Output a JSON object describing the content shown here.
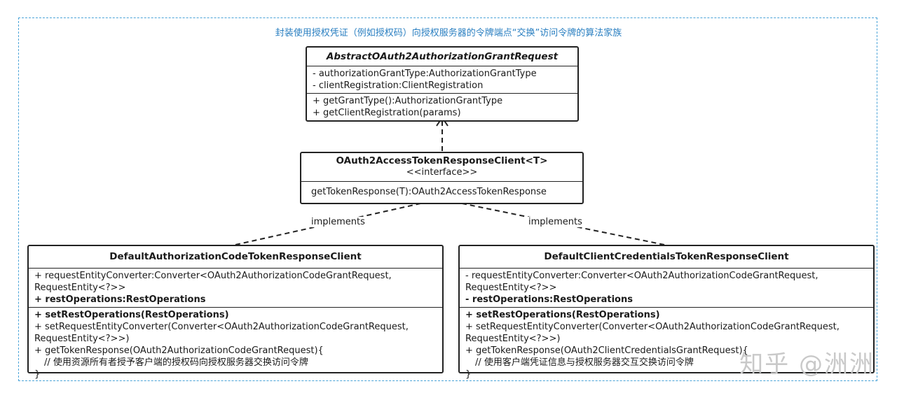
{
  "frame_title": "封装使用授权凭证（例如授权码）向授权服务器的令牌端点“交换”访问令牌的算法家族",
  "abstract_class": {
    "name": "AbstractOAuth2AuthorizationGrantRequest",
    "fields": [
      "- authorizationGrantType:AuthorizationGrantType",
      "- clientRegistration:ClientRegistration"
    ],
    "methods": [
      "+ getGrantType():AuthorizationGrantType",
      "+ getClientRegistration(params)"
    ]
  },
  "interface": {
    "name": "OAuth2AccessTokenResponseClient<T>",
    "stereotype": "<<interface>>",
    "methods": [
      "getTokenResponse(T):OAuth2AccessTokenResponse"
    ]
  },
  "left_class": {
    "name": "DefaultAuthorizationCodeTokenResponseClient",
    "lines": [
      "+ requestEntityConverter:Converter<OAuth2AuthorizationCodeGrantRequest,",
      "RequestEntity<?>>",
      "+ restOperations:RestOperations",
      "+ setRestOperations(RestOperations)",
      "+ setRequestEntityConverter(Converter<OAuth2AuthorizationCodeGrantRequest,",
      "RequestEntity<?>>)",
      "+ getTokenResponse(OAuth2AuthorizationCodeGrantRequest){",
      "// 使用资源所有者授予客户端的授权码向授权服务器交换访问令牌",
      "}"
    ]
  },
  "right_class": {
    "name": "DefaultClientCredentialsTokenResponseClient",
    "lines": [
      "- requestEntityConverter:Converter<OAuth2AuthorizationCodeGrantRequest,",
      "RequestEntity<?>>",
      "- restOperations:RestOperations",
      "+ setRestOperations(RestOperations)",
      "+ setRequestEntityConverter(Converter<OAuth2AuthorizationCodeGrantRequest,",
      "RequestEntity<?>>)",
      "+ getTokenResponse(OAuth2ClientCredentialsGrantRequest){",
      "// 使用客户端凭证信息与授权服务器交互交换访问令牌",
      "}"
    ]
  },
  "relations": {
    "left_label": "implements",
    "right_label": "implements"
  },
  "watermark": "知乎 @洲洲"
}
